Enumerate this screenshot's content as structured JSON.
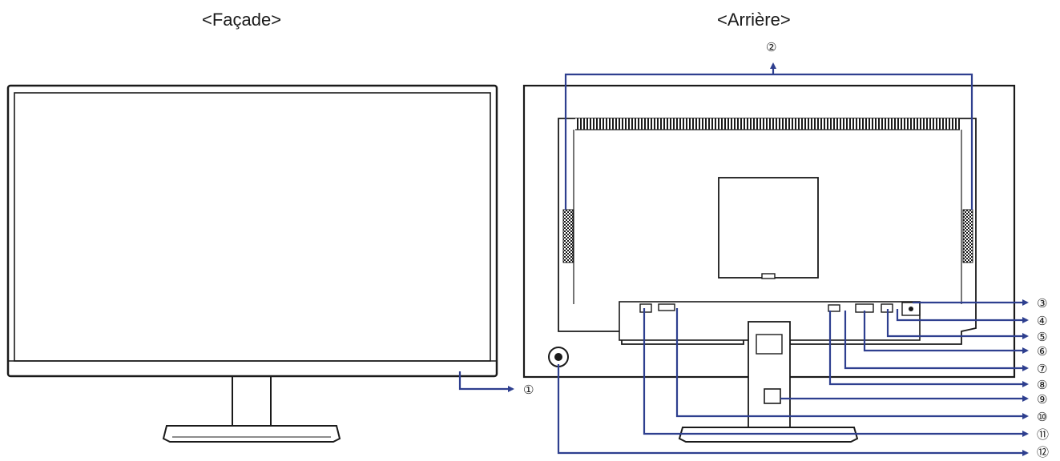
{
  "titles": {
    "front": "<Façade>",
    "rear": "<Arrière>"
  },
  "colors": {
    "line": "#1a1a1a",
    "callout": "#2e3f8f"
  },
  "callouts": [
    "①",
    "②",
    "③",
    "④",
    "⑤",
    "⑥",
    "⑦",
    "⑧",
    "⑨",
    "⑩",
    "⑪",
    "⑫"
  ]
}
